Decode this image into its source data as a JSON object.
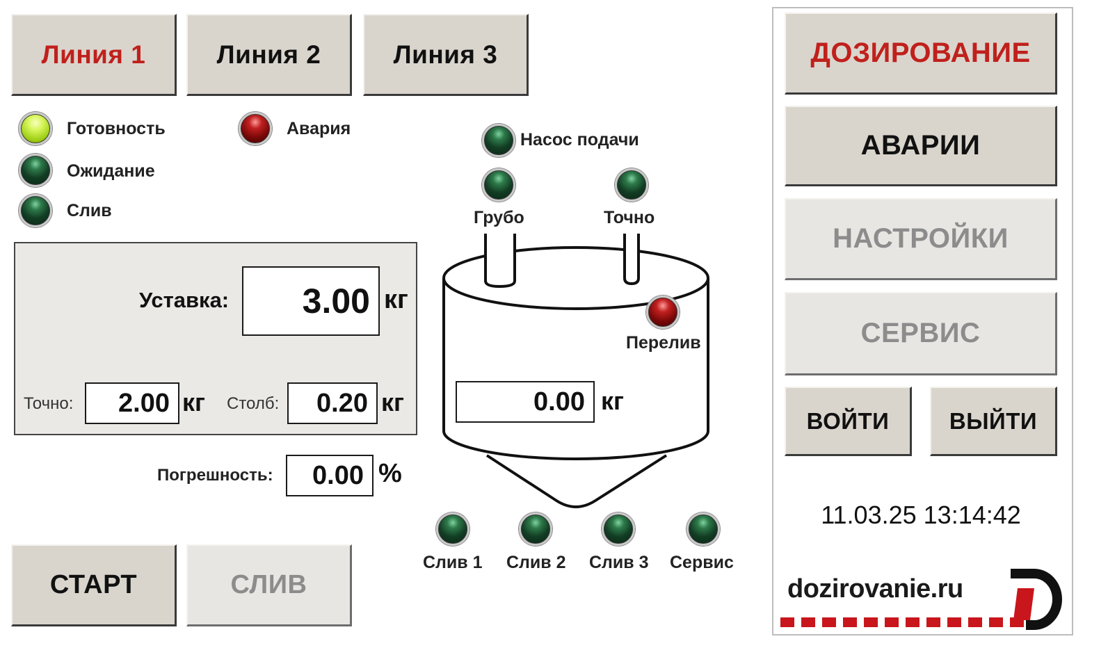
{
  "lines": {
    "line1": "Линия 1",
    "line2": "Линия 2",
    "line3": "Линия 3"
  },
  "status": {
    "ready": "Готовность",
    "alarm": "Авария",
    "waiting": "Ожидание",
    "drain": "Слив"
  },
  "setpoint": {
    "label": "Уставка:",
    "value": "3.00",
    "unit": "кг",
    "fine_label": "Точно:",
    "fine_value": "2.00",
    "fine_unit": "кг",
    "column_label": "Столб:",
    "column_value": "0.20",
    "column_unit": "кг"
  },
  "error": {
    "label": "Погрешность:",
    "value": "0.00",
    "unit": "%"
  },
  "actions": {
    "start": "СТАРТ",
    "drain": "СЛИВ"
  },
  "tank": {
    "pump_label": "Насос подачи",
    "coarse_label": "Грубо",
    "fine_label": "Точно",
    "overflow_label": "Перелив",
    "weight_value": "0.00",
    "weight_unit": "кг",
    "drain1": "Слив 1",
    "drain2": "Слив 2",
    "drain3": "Слив 3",
    "service": "Сервис"
  },
  "menu": {
    "dosing": "ДОЗИРОВАНИЕ",
    "alarms": "АВАРИИ",
    "settings": "НАСТРОЙКИ",
    "service": "СЕРВИС",
    "login": "ВОЙТИ",
    "logout": "ВЫЙТИ"
  },
  "datetime": "11.03.25 13:14:42",
  "logo": {
    "text": "dozirovanie.ru"
  },
  "colors": {
    "active_red": "#c0201c",
    "button_bg": "#d9d5cd",
    "disabled_bg": "#e8e6e3",
    "panel_bg": "#ebe9e6",
    "logo_red": "#c8161c"
  }
}
